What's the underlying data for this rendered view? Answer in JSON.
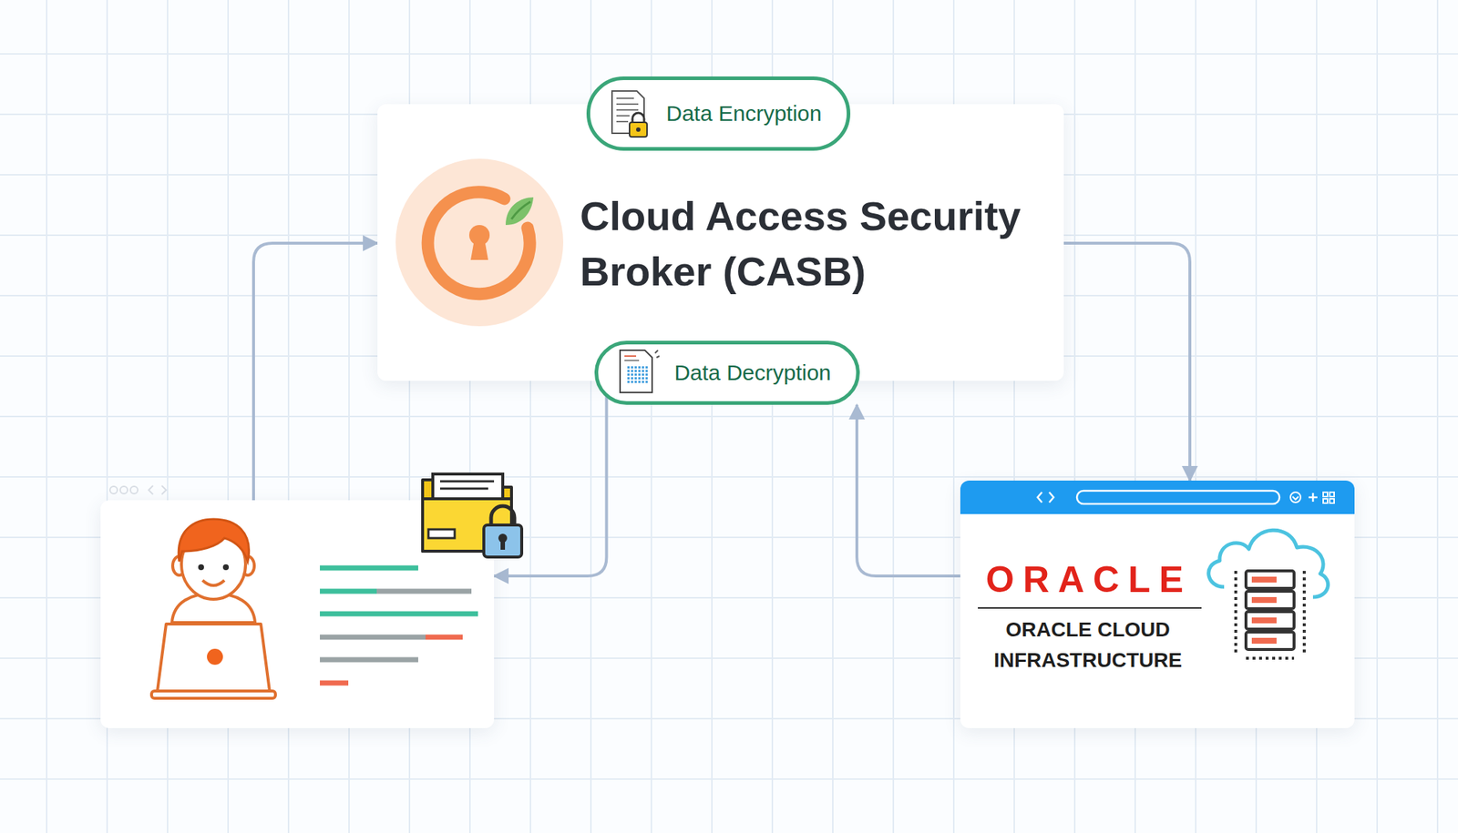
{
  "diagram": {
    "nodes": [
      {
        "text": [
          "Cloud Access Security Broker (CASB)"
        ]
      },
      {
        "text": [
          "Data Encryption"
        ]
      },
      {
        "text": [
          "Data Decryption"
        ]
      },
      {
        "text": []
      },
      {
        "text": [
          "ORACLE",
          "ORACLE CLOUD INFRASTRUCTURE"
        ]
      }
    ],
    "edges": [
      {
        "from": 3,
        "to": 0,
        "arrow": "to"
      },
      {
        "from": 0,
        "to": 4,
        "arrow": "to"
      },
      {
        "from": 4,
        "to": 2,
        "arrow": "to"
      },
      {
        "from": 2,
        "to": 3,
        "arrow": "to"
      }
    ]
  }
}
